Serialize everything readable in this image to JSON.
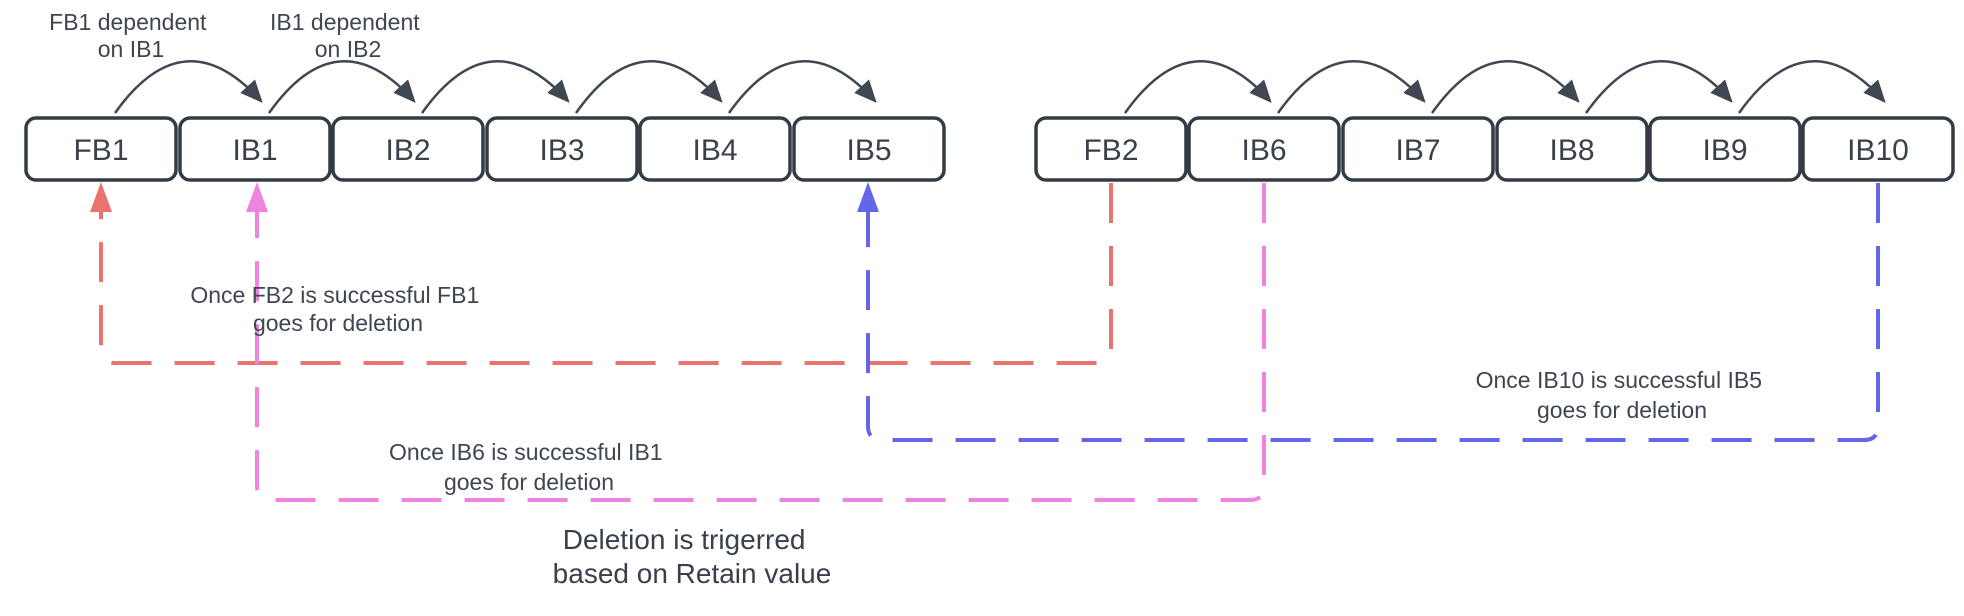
{
  "chains": {
    "left": [
      "FB1",
      "IB1",
      "IB2",
      "IB3",
      "IB4",
      "IB5"
    ],
    "right": [
      "FB2",
      "IB6",
      "IB7",
      "IB8",
      "IB9",
      "IB10"
    ]
  },
  "annotations": {
    "fb1_dependency": {
      "line1": "FB1 dependent",
      "line2": "on IB1"
    },
    "ib1_dependency": {
      "line1": "IB1 dependent",
      "line2": "on IB2"
    },
    "fb1_deletion": {
      "line1": "Once FB2 is successful FB1",
      "line2": "goes for deletion"
    },
    "ib1_deletion": {
      "line1": "Once IB6 is successful IB1",
      "line2": "goes for deletion"
    },
    "ib5_deletion": {
      "line1": "Once IB10 is successful IB5",
      "line2": "goes for deletion"
    },
    "caption": {
      "line1": "Deletion is trigerred",
      "line2": "based on Retain value"
    }
  },
  "colors": {
    "deletion_red": "#E8736F",
    "deletion_pink": "#F083E0",
    "deletion_blue": "#6466E8",
    "ink": "#3A4149"
  }
}
